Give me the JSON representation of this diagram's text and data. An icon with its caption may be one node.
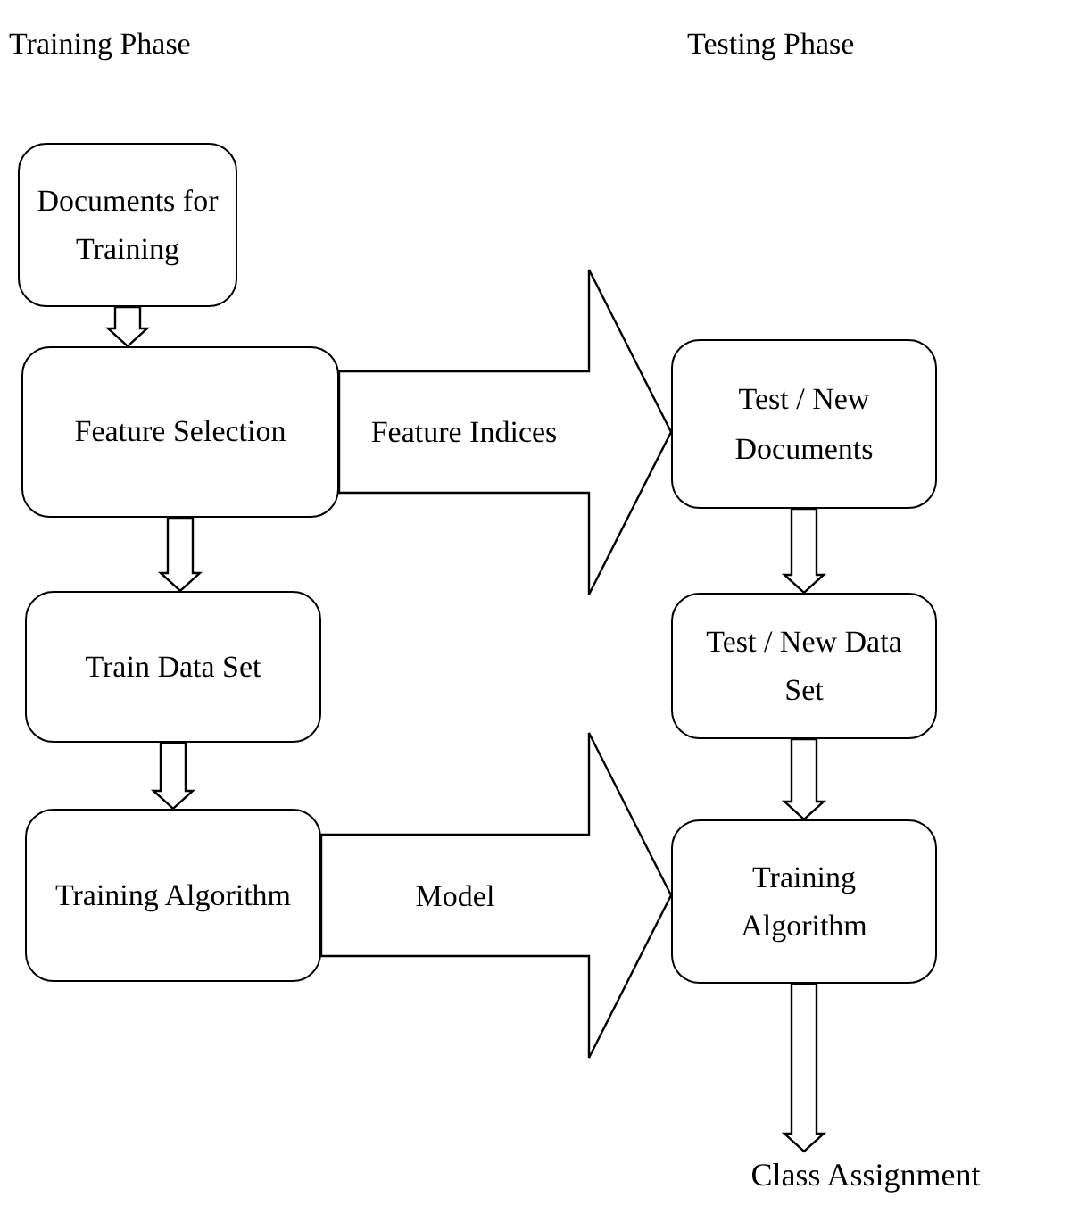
{
  "diagram": {
    "nodes": [
      {
        "text": [
          "Documents for Training"
        ]
      },
      {
        "text": [
          "Feature Selection"
        ]
      },
      {
        "text": [
          "Train Data Set"
        ]
      },
      {
        "text": [
          "Training Algorithm"
        ]
      },
      {
        "text": [
          "Test / New Documents"
        ]
      },
      {
        "text": [
          "Test / New Data Set"
        ]
      },
      {
        "text": [
          "Training Algorithm"
        ]
      },
      {
        "text": [
          "Class Assignment"
        ]
      }
    ],
    "edges": [
      {
        "from": 0,
        "to": 1,
        "arrow": "to"
      },
      {
        "from": 1,
        "to": 2,
        "arrow": "to"
      },
      {
        "from": 2,
        "to": 3,
        "arrow": "to"
      },
      {
        "from": 1,
        "to": 4,
        "arrow": "to",
        "label": "Feature Indices",
        "style": "thick"
      },
      {
        "from": 3,
        "to": 6,
        "arrow": "to",
        "label": "Model",
        "style": "thick"
      },
      {
        "from": 4,
        "to": 5,
        "arrow": "to"
      },
      {
        "from": 5,
        "to": 6,
        "arrow": "to"
      },
      {
        "from": 6,
        "to": 7,
        "arrow": "to"
      }
    ],
    "labels": [
      "Training Phase",
      "Testing Phase"
    ]
  }
}
